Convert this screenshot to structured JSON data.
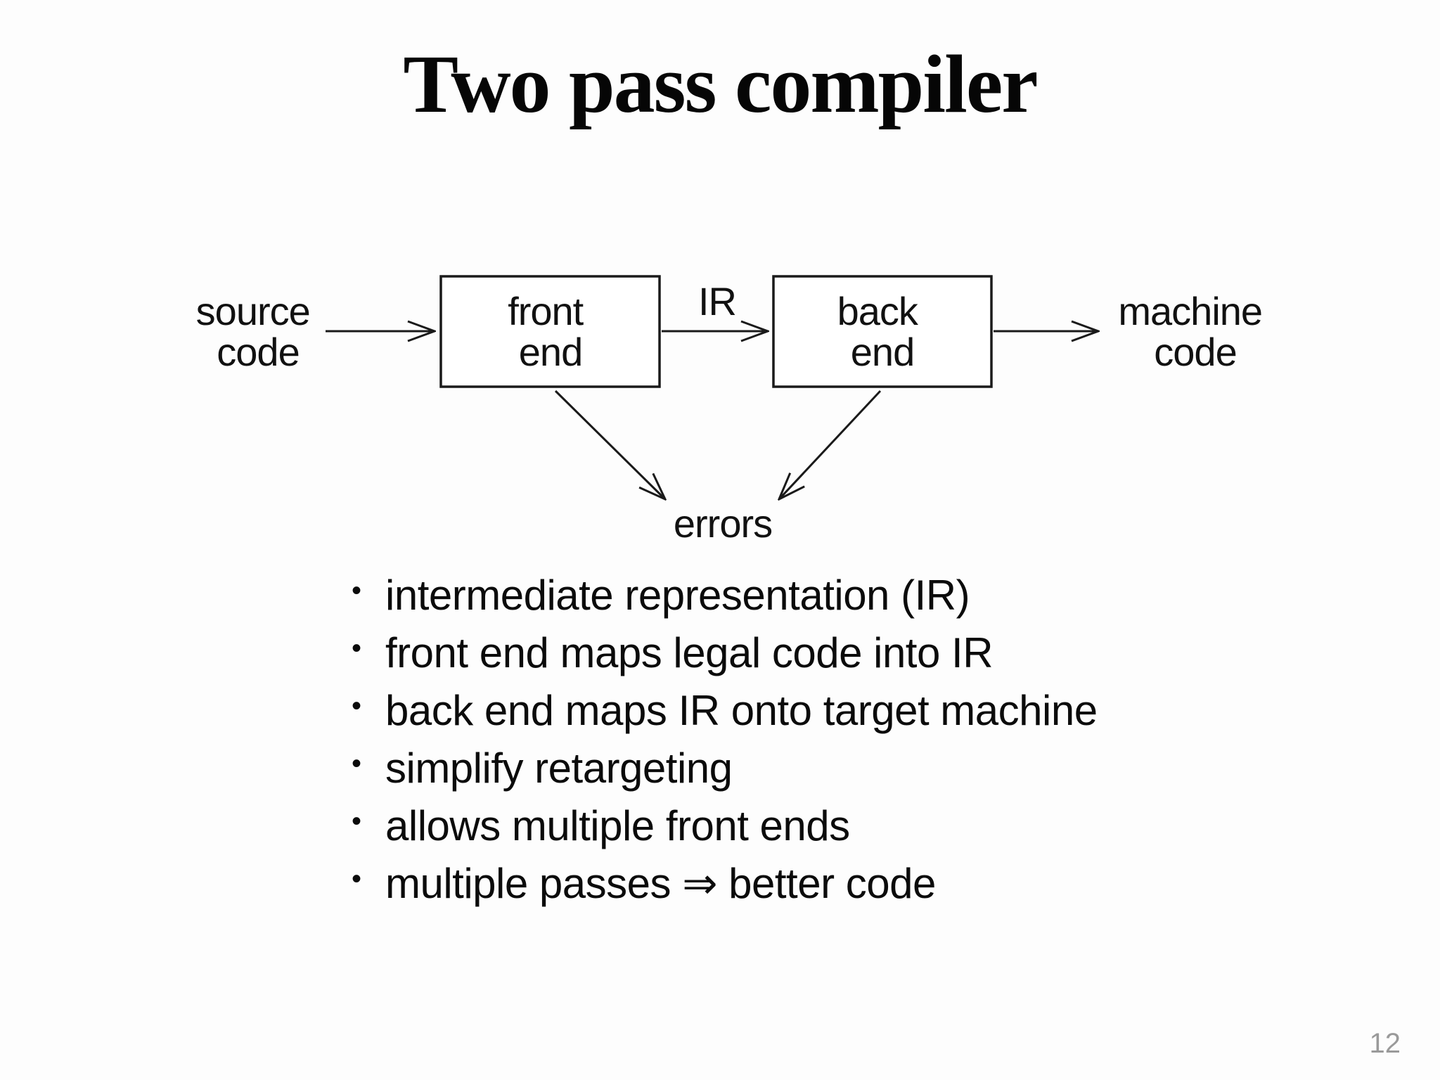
{
  "slide": {
    "title": "Two pass compiler",
    "page_number": "12",
    "colors": {
      "background": "#fdfdfd",
      "text": "#0d0d0d",
      "diagram_stroke": "#1a1a1a",
      "page_number_gray": "#9a9a9a"
    }
  },
  "diagram": {
    "source_label": {
      "line1": "source",
      "line2": "code"
    },
    "front_end_box": {
      "line1": "front",
      "line2": "end"
    },
    "ir_label": "IR",
    "back_end_box": {
      "line1": "back",
      "line2": "end"
    },
    "machine_label": {
      "line1": "machine",
      "line2": "code"
    },
    "errors_label": "errors",
    "arrows": [
      "source-code-to-front-end",
      "front-end-to-back-end-IR",
      "back-end-to-machine-code",
      "front-end-to-errors",
      "back-end-to-errors"
    ]
  },
  "bullets": {
    "marker": "•",
    "items": [
      "intermediate representation (IR)",
      "front end maps legal code into IR",
      "back end maps IR onto target machine",
      "simplify retargeting",
      "allows multiple front ends",
      "multiple passes ⇒ better code"
    ]
  }
}
